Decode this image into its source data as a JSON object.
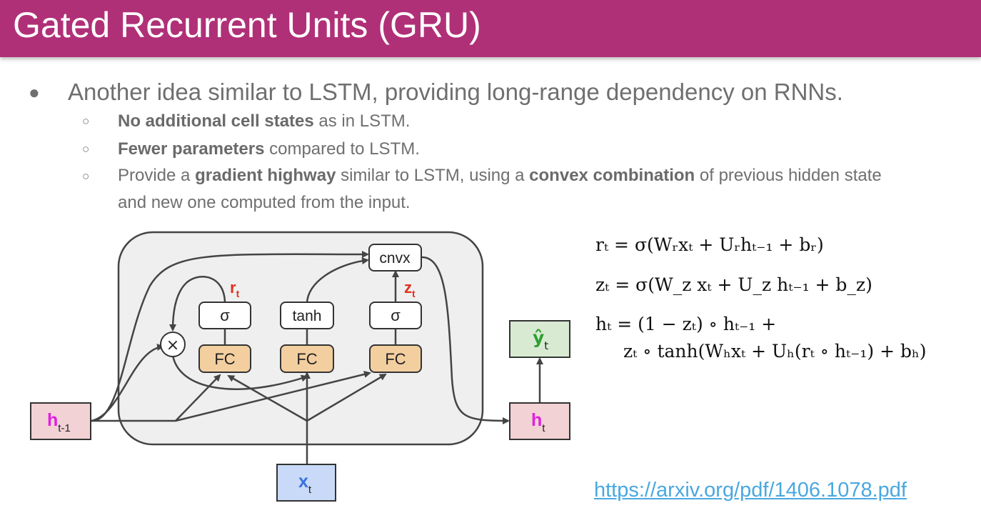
{
  "title": "Gated Recurrent Units (GRU)",
  "bullet_main": "Another idea similar to LSTM, providing long-range dependency on RNNs.",
  "sub1": {
    "bold": "No additional cell states",
    "rest": " as in LSTM."
  },
  "sub2": {
    "bold": "Fewer parameters",
    "rest": " compared to LSTM."
  },
  "sub3": {
    "a": "Provide a ",
    "b1": "gradient highway",
    "c": " similar to LSTM, using a ",
    "b2": "convex combination",
    "d": " of previous hidden state",
    "line2": "and new one computed from the input."
  },
  "diagram": {
    "cnvx": "cnvx",
    "sigma": "σ",
    "tanh": "tanh",
    "fc": "FC",
    "times": "×",
    "r_label": "r",
    "z_label": "z",
    "sub_t": "t",
    "h_prev": "h",
    "h_prev_sub": "t-1",
    "h_out": "h",
    "y_hat": "ŷ",
    "x_in": "x",
    "colors": {
      "h": "#e020e0",
      "y": "#30a030",
      "x": "#3a6fe0",
      "gate": "#e03020"
    }
  },
  "equations": {
    "r": "rₜ = σ(Wᵣxₜ + Uᵣhₜ₋₁ + bᵣ)",
    "z": "zₜ = σ(W_z xₜ + U_z hₜ₋₁ + b_z)",
    "h1": "hₜ = (1 − zₜ) ∘ hₜ₋₁ +",
    "h2": "zₜ ∘ tanh(Wₕxₜ + Uₕ(rₜ ∘ hₜ₋₁) + bₕ)"
  },
  "link": "https://arxiv.org/pdf/1406.1078.pdf"
}
